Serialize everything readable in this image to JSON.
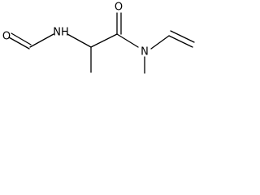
{
  "molecule": {
    "atoms": {
      "formyl_oxygen": "O",
      "amide_nitrogen_nh": "NH",
      "carbonyl_oxygen": "O",
      "amide_nitrogen": "N"
    }
  }
}
